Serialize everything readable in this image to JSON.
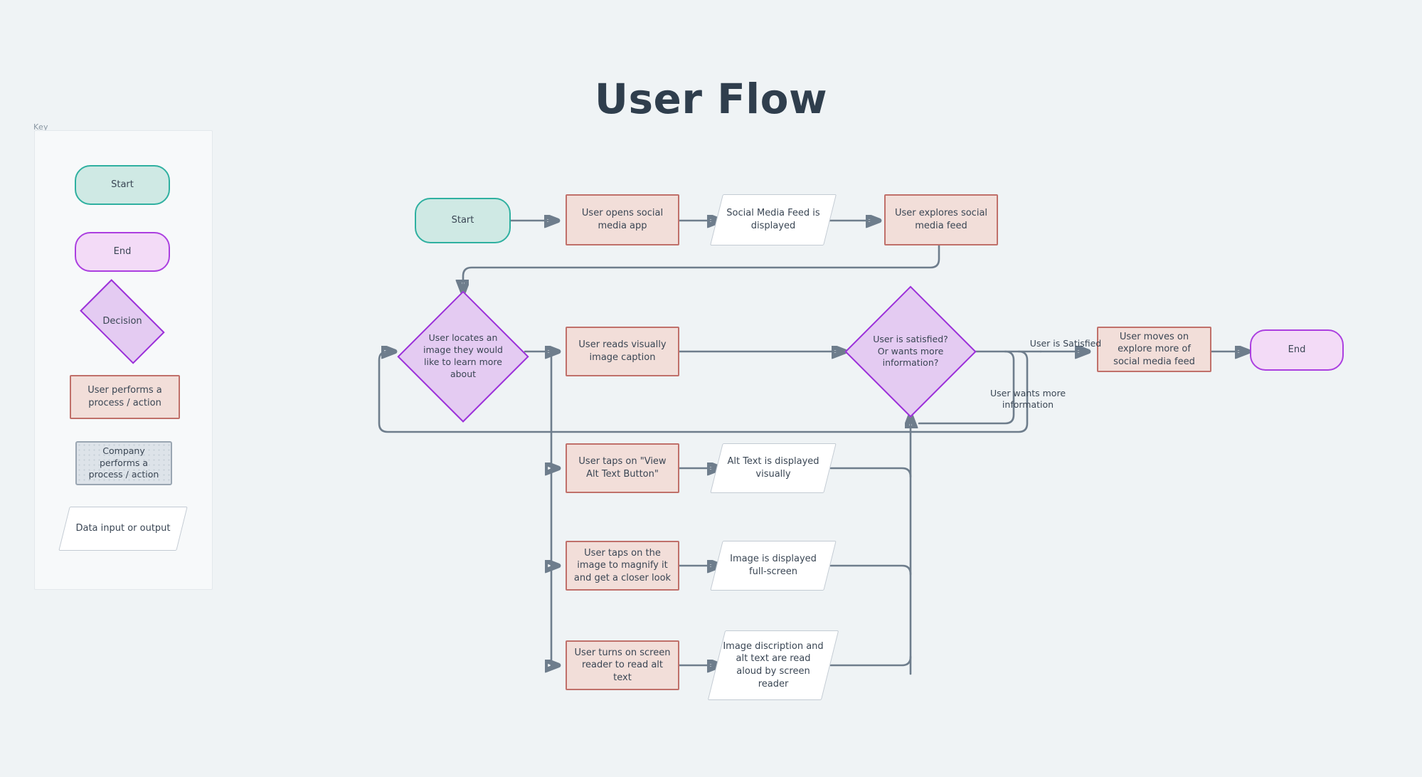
{
  "page": {
    "title": "User Flow",
    "background_color": "#eff3f5"
  },
  "key_panel": {
    "label": "Key",
    "items": [
      {
        "name": "start",
        "shape": "terminator",
        "text": "Start"
      },
      {
        "name": "end",
        "shape": "terminator",
        "text": "End"
      },
      {
        "name": "decision",
        "shape": "diamond",
        "text": "Decision"
      },
      {
        "name": "user-process",
        "shape": "rectangle",
        "text": "User performs a process / action"
      },
      {
        "name": "company-process",
        "shape": "rectangle",
        "text": "Company performs a process / action"
      },
      {
        "name": "data-io",
        "shape": "parallelogram",
        "text": "Data input or output"
      }
    ]
  },
  "flow": {
    "nodes": [
      {
        "id": "start",
        "type": "terminator-start",
        "text": "Start"
      },
      {
        "id": "open-app",
        "type": "process-user",
        "text": "User opens social media app"
      },
      {
        "id": "feed-shown",
        "type": "data-io",
        "text": "Social Media Feed is displayed"
      },
      {
        "id": "explore-feed",
        "type": "process-user",
        "text": "User explores social media feed"
      },
      {
        "id": "locate-image",
        "type": "decision",
        "text": "User locates an image they would like to learn more about"
      },
      {
        "id": "read-caption",
        "type": "process-user",
        "text": "User reads visually image caption"
      },
      {
        "id": "satisfied",
        "type": "decision",
        "text": "User is satisfied? Or wants more information?"
      },
      {
        "id": "move-on",
        "type": "process-user",
        "text": "User moves on explore more of social media feed"
      },
      {
        "id": "end",
        "type": "terminator-end",
        "text": "End"
      },
      {
        "id": "tap-alt-text",
        "type": "process-user",
        "text": "User taps on \"View Alt Text Button\""
      },
      {
        "id": "alt-shown",
        "type": "data-io",
        "text": "Alt Text is displayed visually"
      },
      {
        "id": "tap-magnify",
        "type": "process-user",
        "text": "User taps on the image to magnify it and get a closer look"
      },
      {
        "id": "image-full",
        "type": "data-io",
        "text": "Image is displayed full-screen"
      },
      {
        "id": "screen-reader",
        "type": "process-user",
        "text": "User turns on screen reader to read alt text"
      },
      {
        "id": "read-aloud",
        "type": "data-io",
        "text": "Image discription and alt text are read aloud by screen reader"
      }
    ],
    "edge_labels": [
      {
        "id": "satisfied-yes",
        "text": "User is Satisfied"
      },
      {
        "id": "satisfied-no",
        "text": "User wants more information"
      }
    ]
  },
  "colors": {
    "background": "#eff3f5",
    "title": "#2f3e4d",
    "connector": "#6e7d8c",
    "start_fill": "#cfe9e4",
    "start_border": "#2fb0a0",
    "end_fill": "#f3dbf7",
    "end_border": "#ab3fe0",
    "decision_fill": "#e4cbf2",
    "decision_border": "#9b30d9",
    "user_process_fill": "#f2ded9",
    "user_process_border": "#c0706a",
    "company_process_fill": "#dde3e9",
    "company_process_border": "#9aa6b2",
    "data_io_fill": "#ffffff",
    "data_io_border": "#c3cbd3"
  }
}
